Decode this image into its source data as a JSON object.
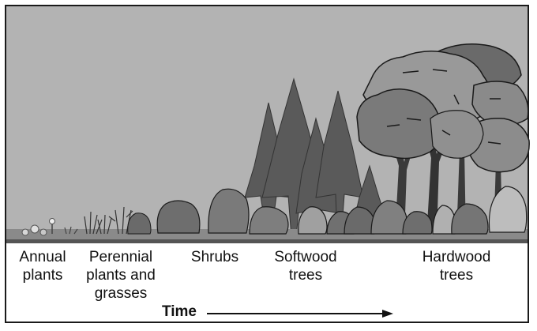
{
  "stages": [
    {
      "id": "annual",
      "label": "Annual\nplants"
    },
    {
      "id": "perennial",
      "label": "Perennial\nplants and\ngrasses"
    },
    {
      "id": "shrubs",
      "label": "Shrubs"
    },
    {
      "id": "softwood",
      "label": "Softwood\ntrees"
    },
    {
      "id": "hardwood",
      "label": "Hardwood\ntrees"
    }
  ],
  "time_label": "Time",
  "colors": {
    "sky": "#b3b3b3",
    "ground": "#8a8a8a",
    "shrub": "#6e6e6e",
    "softwood": "#5a5a5a",
    "hardwood_crown": "#8c8c8c",
    "hardwood_trunk": "#3a3a3a",
    "outline": "#1a1a1a"
  }
}
